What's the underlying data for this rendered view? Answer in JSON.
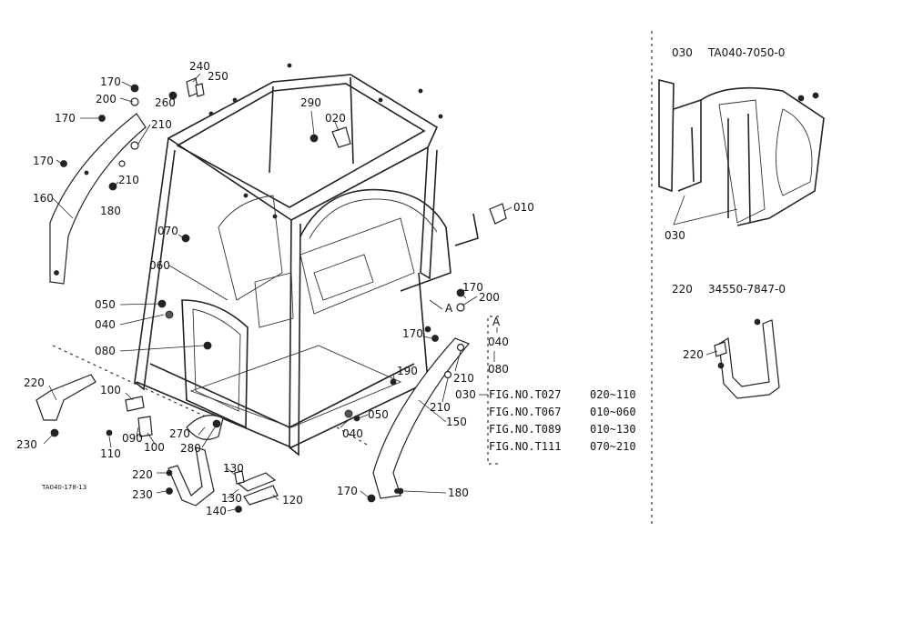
{
  "callouts": [
    {
      "id": "c170a",
      "text": "170"
    },
    {
      "id": "c200a",
      "text": "200"
    },
    {
      "id": "c170b",
      "text": "170"
    },
    {
      "id": "c210a",
      "text": "210"
    },
    {
      "id": "c170c",
      "text": "170"
    },
    {
      "id": "c210b",
      "text": "210"
    },
    {
      "id": "c180a",
      "text": "180"
    },
    {
      "id": "c160",
      "text": "160"
    },
    {
      "id": "c240",
      "text": "240"
    },
    {
      "id": "c250",
      "text": "250"
    },
    {
      "id": "c260",
      "text": "260"
    },
    {
      "id": "c290",
      "text": "290"
    },
    {
      "id": "c020",
      "text": "020"
    },
    {
      "id": "c010",
      "text": "010"
    },
    {
      "id": "c070",
      "text": "070"
    },
    {
      "id": "c060",
      "text": "060"
    },
    {
      "id": "c050a",
      "text": "050"
    },
    {
      "id": "c040a",
      "text": "040"
    },
    {
      "id": "c080",
      "text": "080"
    },
    {
      "id": "c220a",
      "text": "220"
    },
    {
      "id": "c100a",
      "text": "100"
    },
    {
      "id": "c230a",
      "text": "230"
    },
    {
      "id": "c110",
      "text": "110"
    },
    {
      "id": "c090",
      "text": "090"
    },
    {
      "id": "c100b",
      "text": "100"
    },
    {
      "id": "c270",
      "text": "270"
    },
    {
      "id": "c280",
      "text": "280"
    },
    {
      "id": "c220b",
      "text": "220"
    },
    {
      "id": "c230b",
      "text": "230"
    },
    {
      "id": "c130a",
      "text": "130"
    },
    {
      "id": "c130b",
      "text": "130"
    },
    {
      "id": "c140",
      "text": "140"
    },
    {
      "id": "c120",
      "text": "120"
    },
    {
      "id": "c170d",
      "text": "170"
    },
    {
      "id": "c200b",
      "text": "200"
    },
    {
      "id": "cA1",
      "text": "A"
    },
    {
      "id": "c170e",
      "text": "170"
    },
    {
      "id": "c190",
      "text": "190"
    },
    {
      "id": "c210c",
      "text": "210"
    },
    {
      "id": "c210d",
      "text": "210"
    },
    {
      "id": "c040b",
      "text": "040"
    },
    {
      "id": "c050b",
      "text": "050"
    },
    {
      "id": "c150",
      "text": "150"
    },
    {
      "id": "c030",
      "text": "030"
    },
    {
      "id": "c170f",
      "text": "170"
    },
    {
      "id": "c180b",
      "text": "180"
    }
  ],
  "detail_a": {
    "label": "A",
    "parts": [
      "040",
      "080"
    ]
  },
  "fig_refs": [
    {
      "fig": "FIG.NO.T027",
      "range": "020~110"
    },
    {
      "fig": "FIG.NO.T067",
      "range": "010~060"
    },
    {
      "fig": "FIG.NO.T089",
      "range": "010~130"
    },
    {
      "fig": "FIG.NO.T111",
      "range": "070~210"
    }
  ],
  "drawing_code": "TA040-178-13",
  "insets": [
    {
      "id": "inset1",
      "ref": "030",
      "part_no": "TA040-7050-0",
      "callout": "030"
    },
    {
      "id": "inset2",
      "ref": "220",
      "part_no": "34550-7847-0",
      "callout": "220"
    }
  ]
}
